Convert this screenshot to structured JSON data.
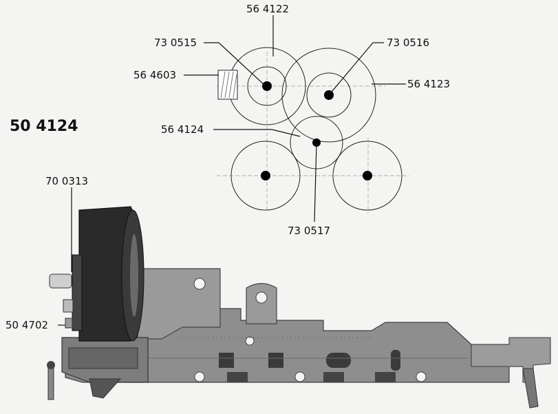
{
  "drawing": {
    "assembly_number": "50 4124",
    "parts": {
      "p564122": "56 4122",
      "p730515": "73 0515",
      "p730516": "73 0516",
      "p564603": "56 4603",
      "p564123": "56 4123",
      "p564124": "56 4124",
      "p700313": "70 0313",
      "p730517": "73 0517",
      "p504702": "50 4702"
    }
  },
  "colors": {
    "paper": "#f4f4f2",
    "ink": "#111111",
    "chassis": "#8e8e8e",
    "chassis_dark": "#5e5e5e",
    "motor": "#2a2a2a"
  }
}
